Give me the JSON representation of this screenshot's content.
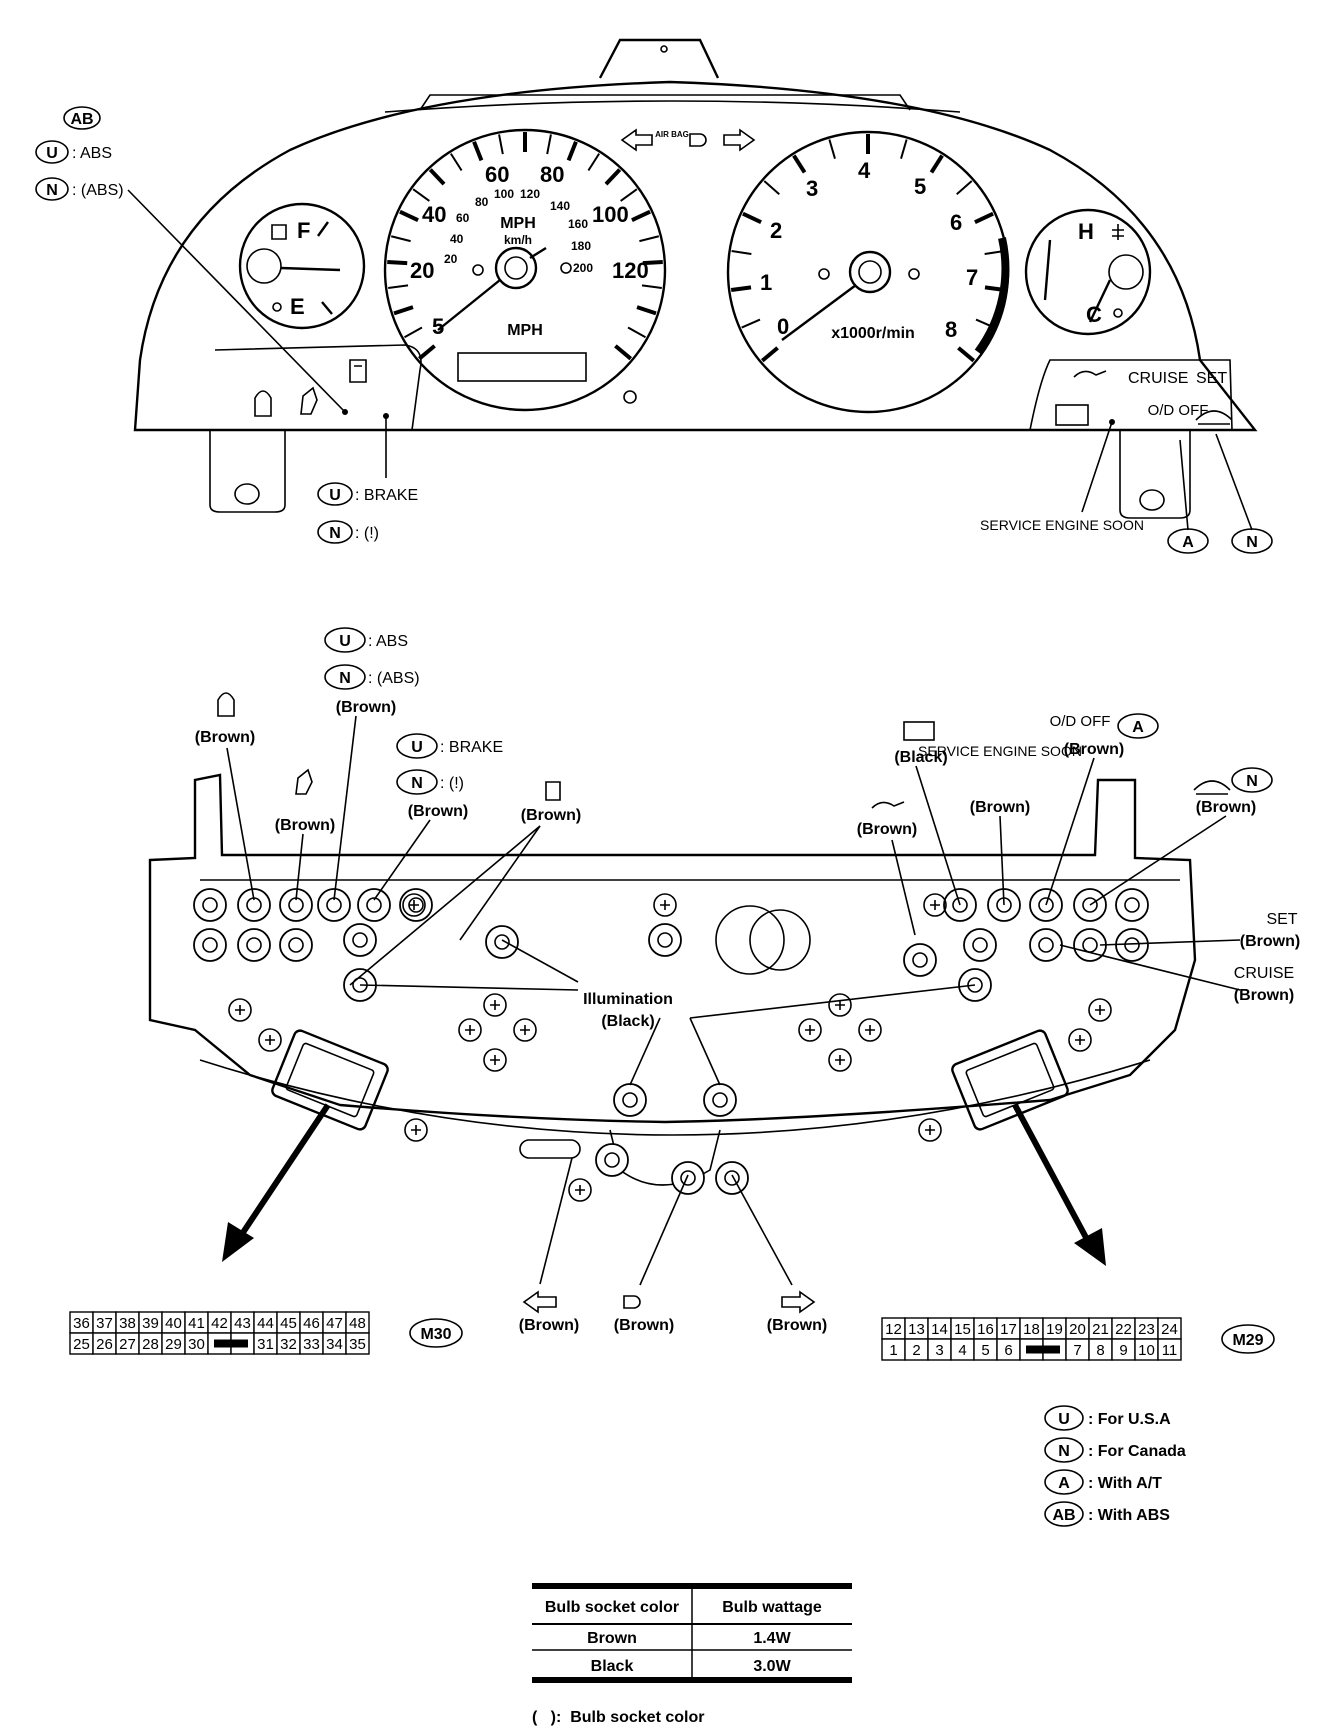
{
  "legend_top": {
    "ab_code": "AB",
    "u_code": "U",
    "u_abs": ": ABS",
    "n_code": "N",
    "n_abs": ": (ABS)",
    "u_brake": ": BRAKE",
    "n_brake": ": (!)"
  },
  "cluster": {
    "speedo": {
      "mph_ticks": [
        "5",
        "20",
        "40",
        "60",
        "80",
        "100",
        "120"
      ],
      "kmh_ticks": [
        "20",
        "40",
        "60",
        "80",
        "100",
        "120",
        "140",
        "160",
        "180",
        "200"
      ],
      "unit_mph": "MPH",
      "unit_kmh": "km/h",
      "bottom_label": "MPH"
    },
    "tacho": {
      "ticks": [
        "0",
        "1",
        "2",
        "3",
        "4",
        "5",
        "6",
        "7",
        "8"
      ],
      "unit": "x1000r/min"
    },
    "fuel": {
      "full": "F",
      "empty": "E"
    },
    "temp": {
      "hot": "H",
      "cold": "C"
    },
    "airbag_text": "AIR BAG",
    "warning_labels": {
      "cruise": "CRUISE",
      "set": "SET",
      "od_off": "O/D OFF",
      "service": "SERVICE ENGINE SOON",
      "a_code": "A",
      "n_code": "N"
    }
  },
  "back_labels": {
    "brown": "(Brown)",
    "black": "(Black)",
    "illumination": "Illumination",
    "abs_u": ": ABS",
    "abs_n": ": (ABS)",
    "brake_u": ": BRAKE",
    "brake_n": ": (!)",
    "service_engine_soon": "SERVICE ENGINE SOON",
    "od_off": "O/D OFF",
    "set": "SET",
    "cruise": "CRUISE",
    "a_code": "A",
    "n_code": "N",
    "u_code": "U"
  },
  "connectors": {
    "m30": {
      "name": "M30",
      "top_row": [
        "36",
        "37",
        "38",
        "39",
        "40",
        "41",
        "42",
        "43",
        "44",
        "45",
        "46",
        "47",
        "48"
      ],
      "bottom_row": [
        "25",
        "26",
        "27",
        "28",
        "29",
        "30",
        "",
        "",
        "31",
        "32",
        "33",
        "34",
        "35"
      ]
    },
    "m29": {
      "name": "M29",
      "top_row": [
        "12",
        "13",
        "14",
        "15",
        "16",
        "17",
        "18",
        "19",
        "20",
        "21",
        "22",
        "23",
        "24"
      ],
      "bottom_row": [
        "1",
        "2",
        "3",
        "4",
        "5",
        "6",
        "",
        "",
        "7",
        "8",
        "9",
        "10",
        "11"
      ]
    }
  },
  "legend_bottom": [
    {
      "code": "U",
      "text": ": For U.S.A"
    },
    {
      "code": "N",
      "text": ": For Canada"
    },
    {
      "code": "A",
      "text": ": With A/T"
    },
    {
      "code": "AB",
      "text": ": With ABS"
    }
  ],
  "table": {
    "headers": [
      "Bulb socket color",
      "Bulb wattage"
    ],
    "rows": [
      [
        "Brown",
        "1.4W"
      ],
      [
        "Black",
        "3.0W"
      ]
    ]
  },
  "footnote": "(   ):  Bulb socket color"
}
